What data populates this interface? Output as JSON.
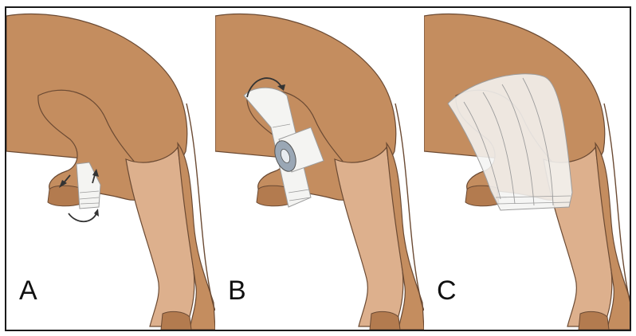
{
  "figure": {
    "panels": [
      {
        "label": "A",
        "step": "wrap-paw"
      },
      {
        "label": "B",
        "step": "wrap-leg-roll"
      },
      {
        "label": "C",
        "step": "wrap-complete"
      }
    ],
    "colors": {
      "fur": "#c48d5f",
      "fur_shadow": "#b37b4f",
      "inner_leg": "#ddb08d",
      "outline": "#6b4a33",
      "bandage": "#f4f4f2",
      "bandage_line": "#9c9c9c",
      "arrow": "#333333",
      "frame": "#1a1a1a"
    }
  }
}
